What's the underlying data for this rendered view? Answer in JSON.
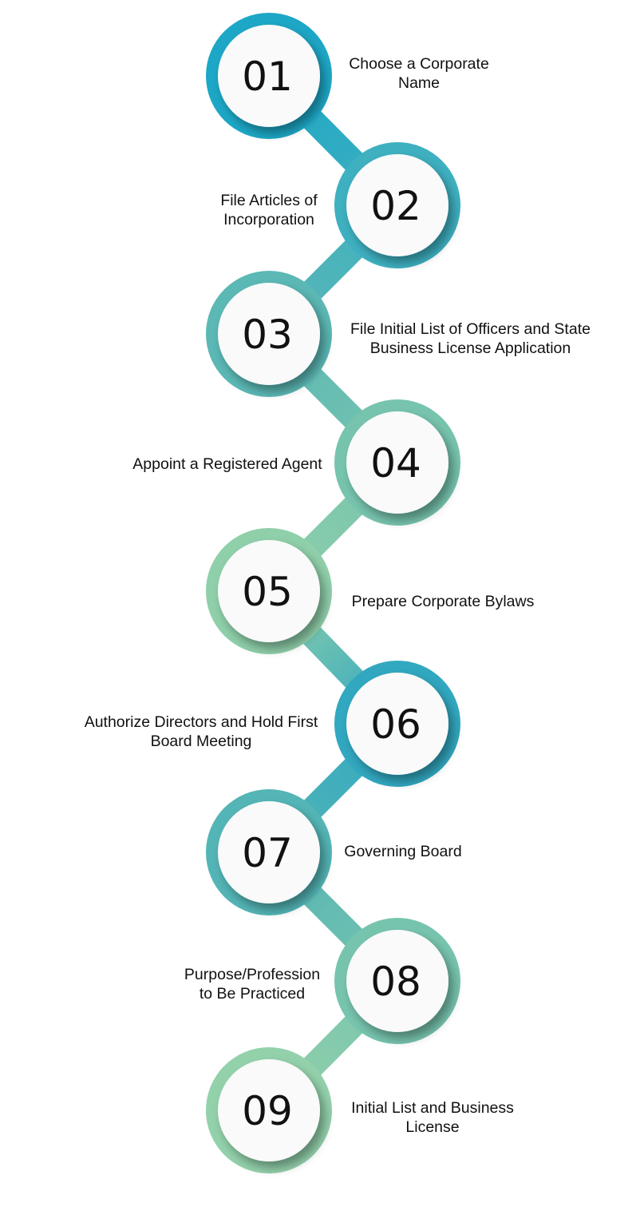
{
  "steps": [
    {
      "number": "01",
      "label_lines": [
        "Choose a Corporate",
        "Name"
      ],
      "ring_color": "#1da7c6"
    },
    {
      "number": "02",
      "label_lines": [
        "File Articles of",
        "Incorporation"
      ],
      "ring_color": "#3eb0c0"
    },
    {
      "number": "03",
      "label_lines": [
        "File Initial List of Officers and State",
        "Business License Application"
      ],
      "ring_color": "#5bb8b5"
    },
    {
      "number": "04",
      "label_lines": [
        "Appoint a Registered Agent"
      ],
      "ring_color": "#77c4ae"
    },
    {
      "number": "05",
      "label_lines": [
        "Prepare Corporate Bylaws"
      ],
      "ring_color": "#8fcfaa"
    },
    {
      "number": "06",
      "label_lines": [
        "Authorize Directors and Hold First",
        "Board Meeting"
      ],
      "ring_color": "#31a8c0"
    },
    {
      "number": "07",
      "label_lines": [
        "Governing Board"
      ],
      "ring_color": "#54b5b6"
    },
    {
      "number": "08",
      "label_lines": [
        "Purpose/Profession",
        "to Be Practiced"
      ],
      "ring_color": "#77c4ae"
    },
    {
      "number": "09",
      "label_lines": [
        "Initial List and Business",
        "License"
      ],
      "ring_color": "#93d1ab"
    }
  ],
  "colors": {
    "circle_fill": "#fafafa",
    "text": "#111111"
  }
}
